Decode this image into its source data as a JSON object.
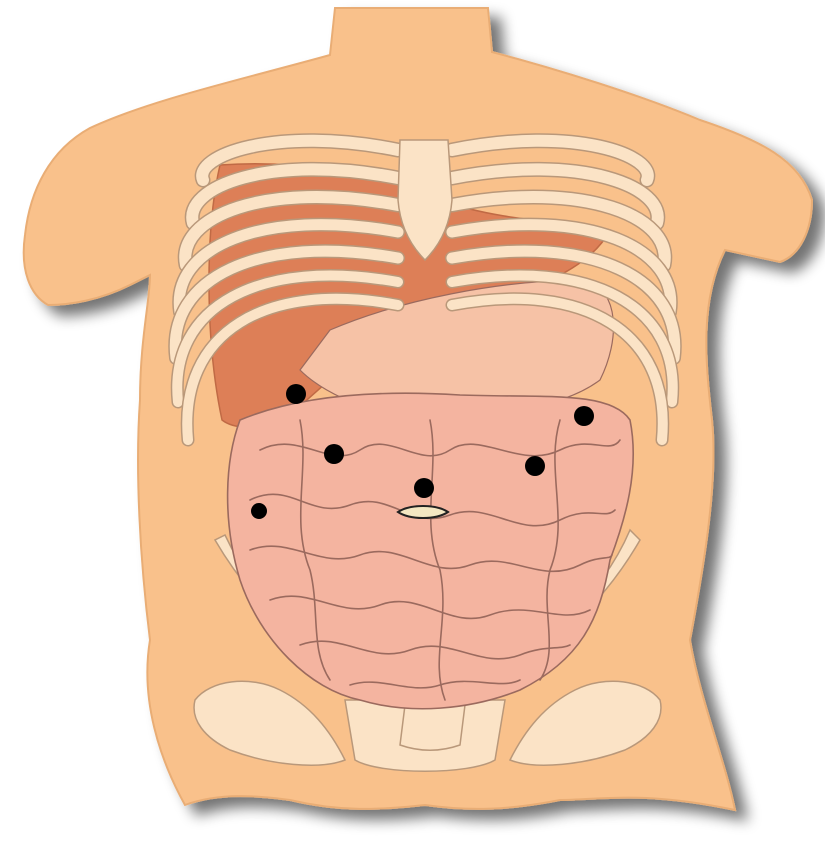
{
  "illustration": {
    "subject": "",
    "colors": {
      "background": "#ffffff",
      "skin": "#f9c18b",
      "skin_shadow": "#e9ad75",
      "bone": "#fbe3c6",
      "bone_outline": "#b9987a",
      "liver": "#dd7f57",
      "stomach": "#f6c2a6",
      "intestine": "#f4b4a0",
      "intestine_outline": "#9b6a5e",
      "marker": "#000000"
    },
    "markers": [
      {
        "name": "marker-1"
      },
      {
        "name": "marker-2"
      },
      {
        "name": "marker-3"
      },
      {
        "name": "marker-4"
      },
      {
        "name": "marker-5"
      },
      {
        "name": "marker-6"
      },
      {
        "name": "marker-7"
      }
    ]
  }
}
